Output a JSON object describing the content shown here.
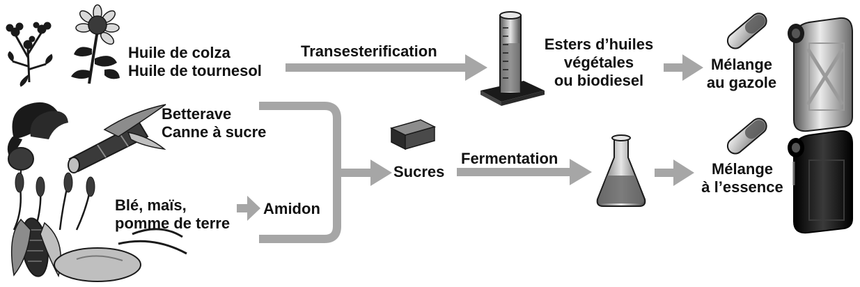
{
  "diagram": {
    "sources": {
      "oil_crops": {
        "line1": "Huile de colza",
        "line2": "Huile de tournesol"
      },
      "sugar_crops": {
        "line1": "Betterave",
        "line2": "Canne à sucre"
      },
      "starch_crops": {
        "line1": "Blé, maïs,",
        "line2": "pomme de terre"
      }
    },
    "process": {
      "transesterification": "Transesterification",
      "fermentation": "Fermentation"
    },
    "intermediates": {
      "amidon": "Amidon",
      "sucres": "Sucres"
    },
    "products": {
      "esters": {
        "line1": "Esters d’huiles",
        "line2": "végétales",
        "line3": "ou biodiesel"
      },
      "diesel_blend": {
        "line1": "Mélange",
        "line2": "au gazole"
      },
      "petrol_blend": {
        "line1": "Mélange",
        "line2": "à l’essence"
      }
    },
    "colors": {
      "arrow": "#a6a6a6",
      "text": "#111111",
      "illustration_dark": "#1a1a1a",
      "illustration_mid": "#8c8c8c",
      "illustration_light": "#d9d9d9"
    }
  }
}
